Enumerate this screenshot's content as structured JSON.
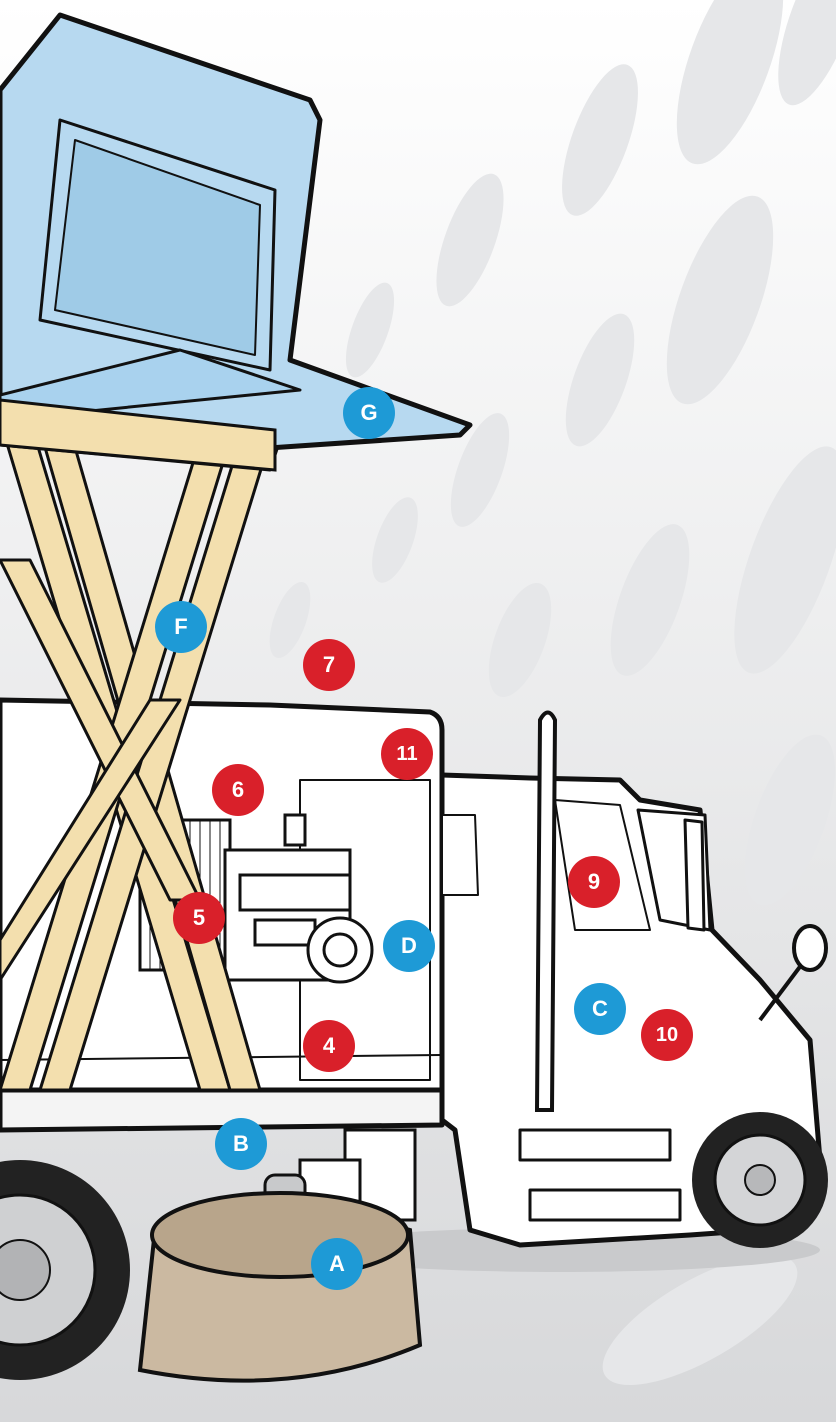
{
  "colors": {
    "blue_marker": "#1e9ad6",
    "red_marker": "#d9202a",
    "hopper": "#b7d9f0",
    "lift_arms": "#f3dfae",
    "brush": "#cbb9a1",
    "truck_body": "#ffffff",
    "outline": "#111111"
  },
  "markers": {
    "a": "A",
    "b": "B",
    "c": "C",
    "d": "D",
    "f": "F",
    "g": "G",
    "n4": "4",
    "n5": "5",
    "n6": "6",
    "n7": "7",
    "n9": "9",
    "n10": "10",
    "n11": "11"
  }
}
